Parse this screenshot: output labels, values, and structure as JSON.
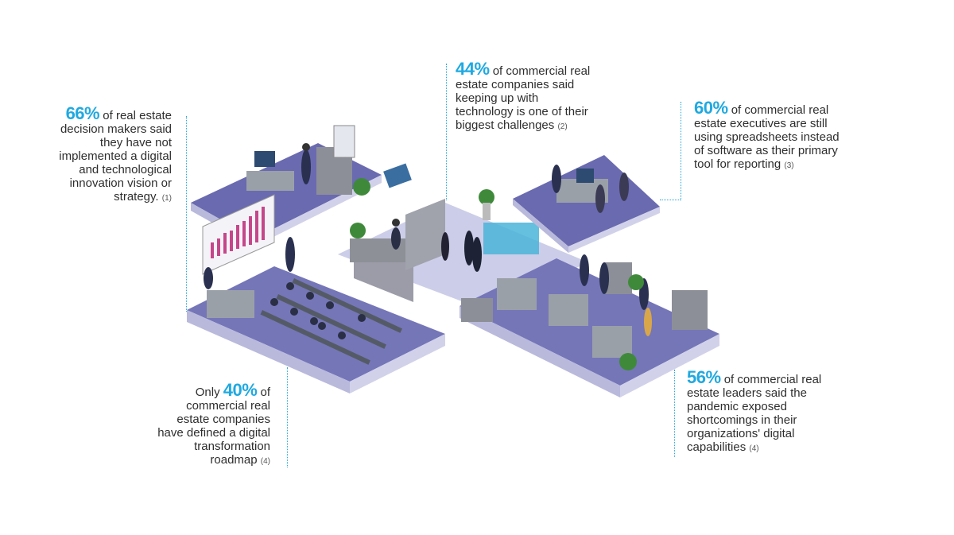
{
  "stats": [
    {
      "id": "66",
      "percent": "66%",
      "lines": [
        "of real estate",
        "decision makers said",
        "they have not",
        "implemented a digital",
        "and technological",
        "innovation vision or",
        "strategy."
      ],
      "ref": "(1)"
    },
    {
      "id": "44",
      "percent": "44%",
      "lines": [
        "of commercial real",
        "estate companies said",
        "keeping up with",
        "technology is one of their",
        "biggest challenges"
      ],
      "ref": "(2)"
    },
    {
      "id": "60",
      "percent": "60%",
      "lines": [
        "of commercial real",
        "estate executives are still",
        "using spreadsheets instead",
        "of software as their primary",
        "tool for reporting"
      ],
      "ref": "(3)"
    },
    {
      "id": "40",
      "prefix": "Only",
      "percent": "40%",
      "lines": [
        "of",
        "commercial real",
        "estate companies",
        "have defined a digital",
        "transformation",
        "roadmap"
      ],
      "ref": "(4)"
    },
    {
      "id": "56",
      "percent": "56%",
      "lines": [
        "of commercial real",
        "estate leaders said the",
        "pandemic exposed",
        "shortcomings in their",
        "organizations' digital",
        "capabilities"
      ],
      "ref": "(4)"
    }
  ],
  "colors": {
    "accent": "#1fa9e1",
    "floor": "#8b8bc6",
    "floor_edge": "#c9cae6",
    "text": "#2e2e2e"
  },
  "icons": [
    "office-floor-illustration"
  ]
}
